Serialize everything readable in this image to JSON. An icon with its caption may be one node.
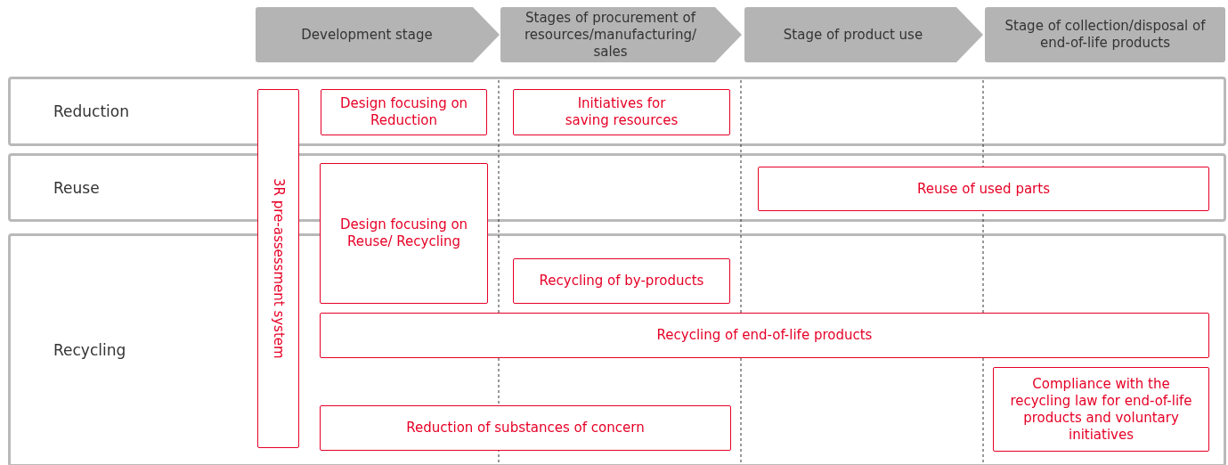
{
  "diagram": {
    "nodes": [
      {
        "text": [
          "Development stage"
        ]
      },
      {
        "text": [
          "Stages of procurement of resources/manufacturing/ sales"
        ]
      },
      {
        "text": [
          "Stage of product use"
        ]
      },
      {
        "text": [
          "Stage of collection/disposal of end-of-life products"
        ]
      },
      {
        "text": [
          "Reduction"
        ]
      },
      {
        "text": [
          "Reuse"
        ]
      },
      {
        "text": [
          "Recycling"
        ]
      },
      {
        "text": [
          "3R pre-assessment system"
        ]
      },
      {
        "text": [
          "Design focusing on Reduction"
        ],
        "in": 4
      },
      {
        "text": [
          "Initiatives for saving resources"
        ],
        "in": 4
      },
      {
        "text": [
          "Design focusing on Reuse/ Recycling"
        ]
      },
      {
        "text": [
          "Reuse of used parts"
        ],
        "in": 5
      },
      {
        "text": [
          "Recycling of by-products"
        ],
        "in": 6
      },
      {
        "text": [
          "Recycling of end-of-life products"
        ],
        "in": 6
      },
      {
        "text": [
          "Compliance with the recycling law for end-of-life products and voluntary initiatives"
        ],
        "in": 6
      },
      {
        "text": [
          "Reduction of substances of concern"
        ],
        "in": 6
      }
    ],
    "edges": []
  }
}
